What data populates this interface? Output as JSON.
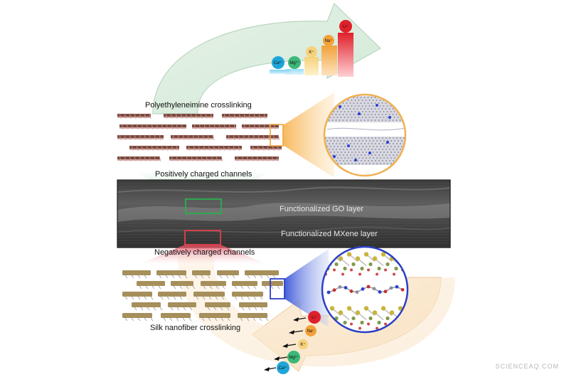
{
  "labels": {
    "pei": "Polyethyleneimine crosslinking",
    "positive": "Positively charged channels",
    "go_layer": "Functionalized GO layer",
    "mxene_layer": "Functionalized MXene layer",
    "negative": "Negatively charged channels",
    "silk": "Silk nanofiber crosslinking"
  },
  "top_ions": [
    {
      "label": "Ca²⁺",
      "color": "#1fa6d8"
    },
    {
      "label": "Mg²⁺",
      "color": "#3cb878"
    },
    {
      "label": "K⁺",
      "color": "#f6d27a"
    },
    {
      "label": "Na⁺",
      "color": "#f2a23a"
    },
    {
      "label": "Li⁺",
      "color": "#e0202a"
    }
  ],
  "bottom_ions": [
    {
      "label": "Li⁺",
      "color": "#e0202a"
    },
    {
      "label": "Na⁺",
      "color": "#f2a23a"
    },
    {
      "label": "K⁺",
      "color": "#f6d27a"
    },
    {
      "label": "Mg²⁺",
      "color": "#3cb878"
    },
    {
      "label": "Ca²⁺",
      "color": "#1fa6d8"
    }
  ],
  "watermark": "SCIENCEAQ.COM"
}
